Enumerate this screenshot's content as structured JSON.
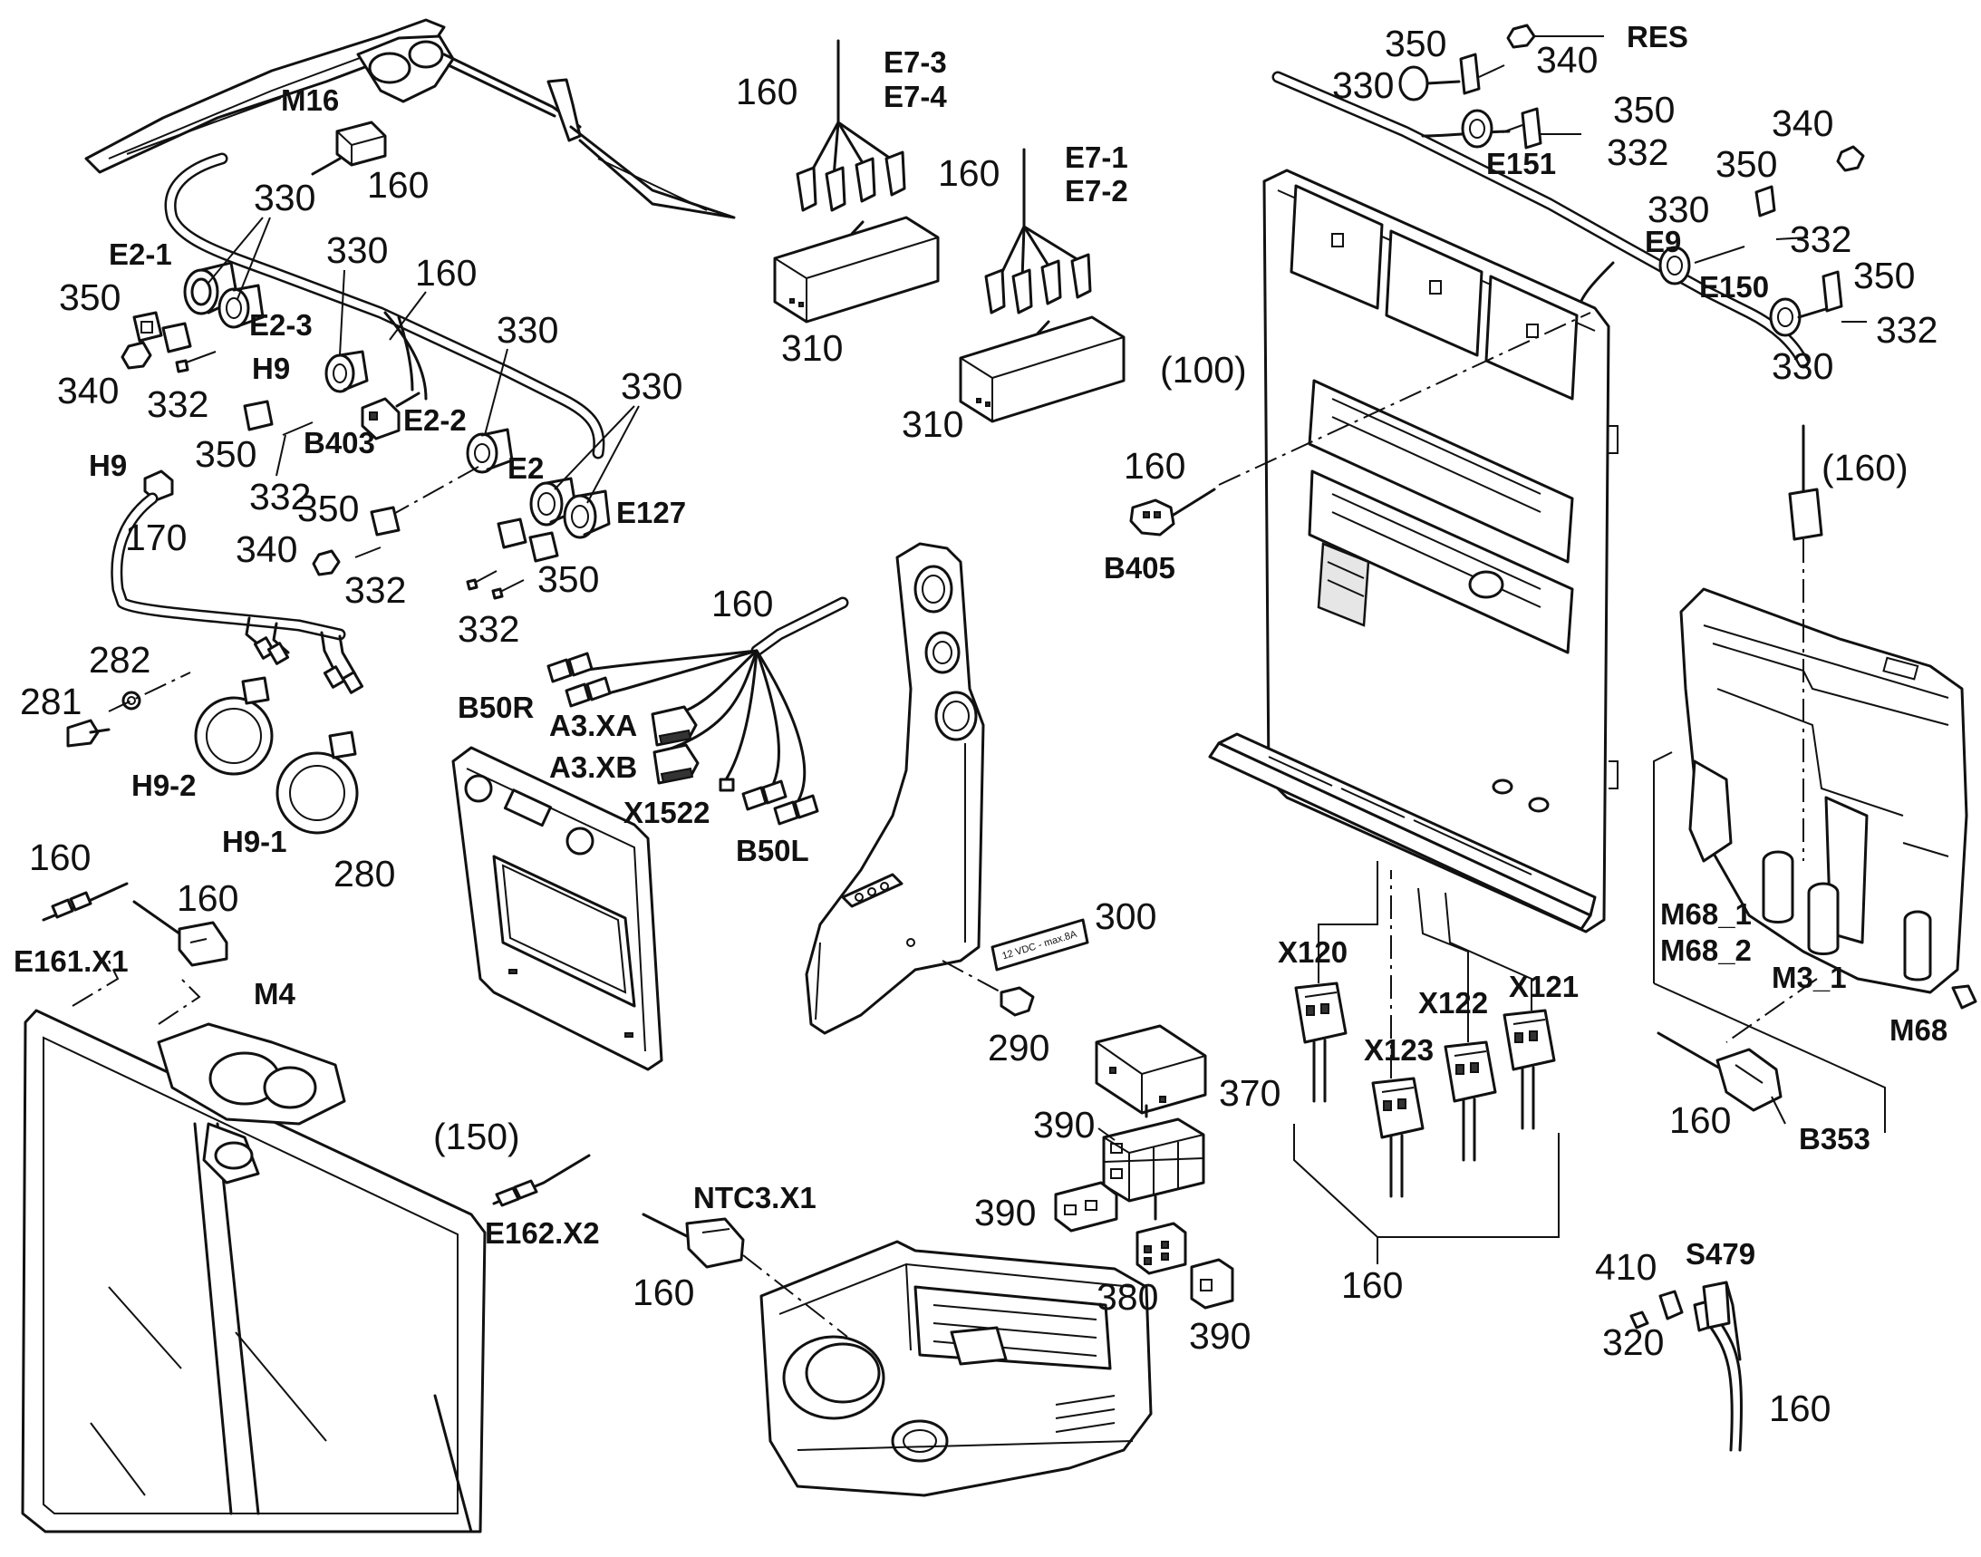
{
  "callouts": {
    "n160": "160",
    "n170": "170",
    "n280": "280",
    "n281": "281",
    "n282": "282",
    "n290": "290",
    "n300": "300",
    "n310": "310",
    "n320": "320",
    "n330": "330",
    "n332": "332",
    "n340": "340",
    "n350": "350",
    "n370": "370",
    "n380": "380",
    "n390": "390",
    "n410": "410",
    "p100": "(100)",
    "p150": "(150)",
    "p160": "(160)"
  },
  "designations": {
    "m16": "M16",
    "e2_1": "E2-1",
    "e2_3": "E2-3",
    "e2_2": "E2-2",
    "e2": "E2",
    "e127": "E127",
    "h9": "H9",
    "h9_1": "H9-1",
    "h9_2": "H9-2",
    "b403": "B403",
    "e7_3": "E7-3",
    "e7_4": "E7-4",
    "e7_1": "E7-1",
    "e7_2": "E7-2",
    "res": "RES",
    "e151": "E151",
    "e9": "E9",
    "e150": "E150",
    "b405": "B405",
    "b50r": "B50R",
    "a3_xa": "A3.XA",
    "a3_xb": "A3.XB",
    "x1522": "X1522",
    "b50l": "B50L",
    "e161_x1": "E161.X1",
    "m4": "M4",
    "e162_x2": "E162.X2",
    "ntc3_x1": "NTC3.X1",
    "x120": "X120",
    "x121": "X121",
    "x122": "X122",
    "x123": "X123",
    "m68_1": "M68_1",
    "m68_2": "M68_2",
    "m3_1": "M3_1",
    "m68": "M68",
    "b353": "B353",
    "s479": "S479"
  },
  "label_plate": {
    "text": "12 VDC - max.8A"
  }
}
